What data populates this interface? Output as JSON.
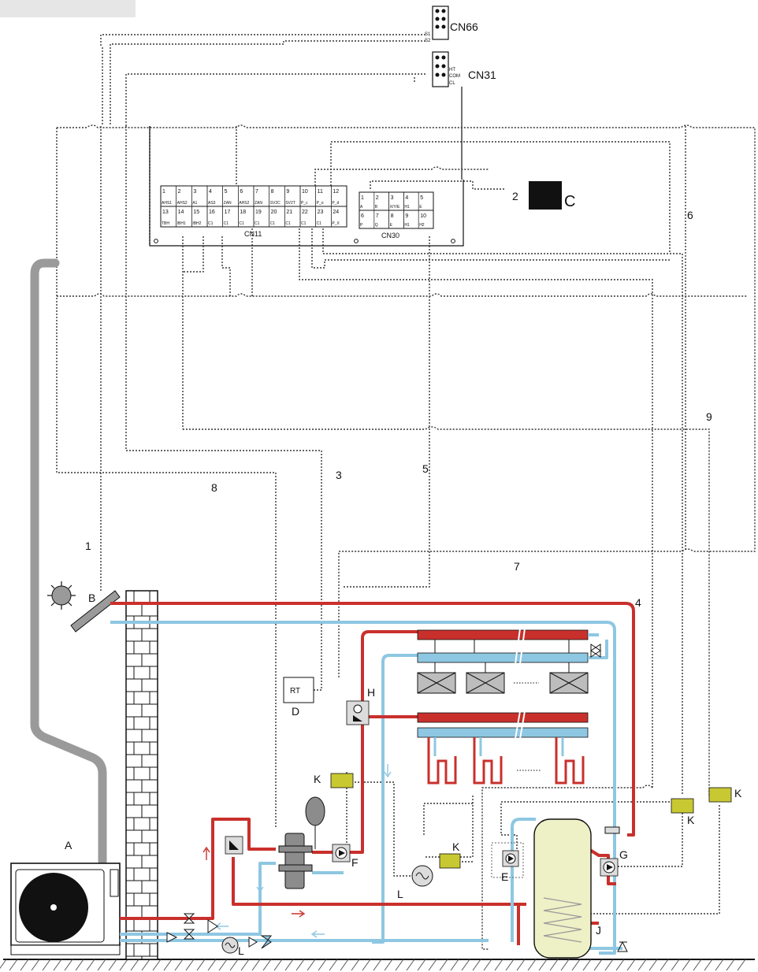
{
  "connectors": {
    "cn66": "CN66",
    "cn31": "CN31",
    "cn11": "CN11",
    "cn30": "CN30",
    "cn66_pins": [
      "S1",
      "S2"
    ],
    "cn31_pins": [
      "HT",
      "COM",
      "CL"
    ]
  },
  "cn11_top_nums": [
    "1",
    "2",
    "3",
    "4",
    "5",
    "6",
    "7",
    "8",
    "9",
    "10",
    "11",
    "12"
  ],
  "cn11_top_codes": [
    "AHS1",
    "AHS2",
    "A1",
    "AS3",
    "ZAN",
    "AHS2",
    "ZAN",
    "SV2C",
    "SV2T",
    "P_c",
    "P_o",
    "P_d"
  ],
  "cn11_bot_nums": [
    "13",
    "14",
    "15",
    "16",
    "17",
    "18",
    "19",
    "20",
    "21",
    "22",
    "23",
    "24"
  ],
  "cn11_bot_codes": [
    "TBH",
    "IBH1",
    "IBH2",
    "C1",
    "C1",
    "C1",
    "C1",
    "C1",
    "C1",
    "C1",
    "C1",
    "P_X"
  ],
  "cn30_top_nums": [
    "1",
    "2",
    "3",
    "4",
    "5"
  ],
  "cn30_top_codes": [
    "A",
    "B",
    "X/Y/E",
    "H1",
    "E"
  ],
  "cn30_bot_nums": [
    "6",
    "7",
    "8",
    "9",
    "10"
  ],
  "cn30_bot_codes": [
    "P",
    "Q",
    "E",
    "H1",
    "H2"
  ],
  "labels": {
    "A": "A",
    "B": "B",
    "C": "C",
    "D": "D",
    "E": "E",
    "F": "F",
    "G": "G",
    "H": "H",
    "J": "J",
    "K": "K",
    "L": "L",
    "n1": "1",
    "n2": "2",
    "n3": "3",
    "n4": "4",
    "n5": "5",
    "n6": "6",
    "n7": "7",
    "n8": "8",
    "n9": "9"
  },
  "thermostat_text": "RT",
  "colors": {
    "hot_pipe": "#c9302c",
    "cold_pipe": "#8ec7e2",
    "gray_pipe": "#9a9a9a",
    "wire": "#333333",
    "control_green": "#c8c832",
    "tank_fill": "#eef0c6"
  }
}
